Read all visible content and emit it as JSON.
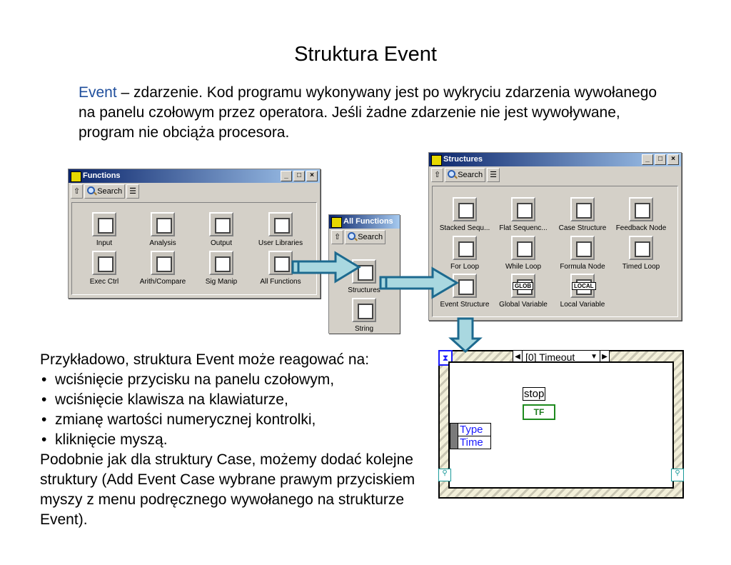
{
  "slide": {
    "title": "Struktura Event",
    "intro_highlight": "Event",
    "intro_rest": " – zdarzenie. Kod programu wykonywany jest po wykryciu zdarzenia wywołanego na panelu czołowym przez operatora. Jeśli żadne zdarzenie nie jest wywoływane, program nie obciąża procesora.",
    "lead": "Przykładowo, struktura Event może reagować na:",
    "bullets": [
      "wciśnięcie przycisku na panelu czołowym,",
      "wciśnięcie klawisza na klawiaturze,",
      "zmianę wartości numerycznej kontrolki,",
      "kliknięcie myszą."
    ],
    "closing": "Podobnie jak dla struktury Case, możemy dodać kolejne struktury (Add Event Case wybrane prawym przyciskiem myszy z menu podręcznego wywołanego na strukturze Event)."
  },
  "functions_palette": {
    "title": "Functions",
    "search": "Search",
    "items": [
      "Input",
      "Analysis",
      "Output",
      "User Libraries",
      "Exec Ctrl",
      "Arith/Compare",
      "Sig Manip",
      "All Functions"
    ]
  },
  "all_functions_palette": {
    "title": "All Functions",
    "search": "Search",
    "items": [
      "Structures",
      "String"
    ]
  },
  "structures_palette": {
    "title": "Structures",
    "search": "Search",
    "items": [
      "Stacked Sequ...",
      "Flat Sequenc...",
      "Case Structure",
      "Feedback Node",
      "For Loop",
      "While Loop",
      "Formula Node",
      "Timed Loop",
      "Event Structure",
      "Global Variable",
      "Local Variable"
    ],
    "glob": "GLOB",
    "local": "LOCAL"
  },
  "event_structure": {
    "case_selector": "[0] Timeout",
    "stop_label": "stop",
    "bool_terminal": "TF",
    "event_data": [
      "Type",
      "Time"
    ]
  },
  "colors": {
    "arrow": "#a9d8e0",
    "arrow_border": "#1d6a8f",
    "highlight": "#1f4e9c"
  }
}
